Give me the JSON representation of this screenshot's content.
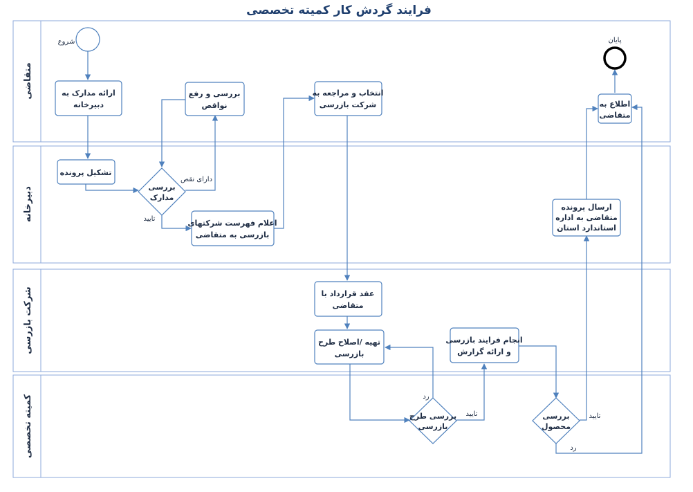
{
  "title": "فرایند گردش کار کمیته تخصصی",
  "lanes": {
    "applicant": "متقاضی",
    "secretariat": "دبیرخانه",
    "inspection_company": "شرکت بازرسی",
    "committee": "کمیته تخصصی"
  },
  "events": {
    "start": "شروع",
    "end": "پایان"
  },
  "nodes": {
    "submit_docs": [
      "ارائه مدارک به",
      "دبیرخانه"
    ],
    "fix_defects": [
      "بررسی و رفع",
      "نواقص"
    ],
    "select_company": [
      "انتخاب و مراجعه به",
      "شرکت بازرسی"
    ],
    "notify_applicant": [
      "اطلاع به",
      "متقاضی"
    ],
    "create_file": [
      "تشکیل پرونده"
    ],
    "check_docs": [
      "بررسی",
      "مدارک"
    ],
    "announce_list": [
      "اعلام فهرست شرکتهای",
      "بازرسی به متقاضی"
    ],
    "send_file": [
      "ارسال پرونده",
      "متقاضی به اداره",
      "استاندارد استان"
    ],
    "contract": [
      "عقد قرارداد با",
      "متقاضی"
    ],
    "prepare_plan": [
      "تهیه /اصلاح طرح",
      "بازرسی"
    ],
    "do_inspection": [
      "انجام فرایند بازرسی",
      "و ارائه گزارش"
    ],
    "review_plan": [
      "بررسی طرح",
      "بازرسی"
    ],
    "review_product": [
      "بررسی",
      "محصول"
    ]
  },
  "edge_labels": {
    "has_defect": "دارای نقص",
    "approve_docs": "تایید",
    "reject_plan": "رد",
    "approve_plan": "تایید",
    "approve_product": "تایید",
    "reject_product": "رد"
  },
  "colors": {
    "stroke": "#4f81bd",
    "lane_border": "#8eaadb",
    "title": "#1f3f6e",
    "text": "#1f2d44"
  }
}
